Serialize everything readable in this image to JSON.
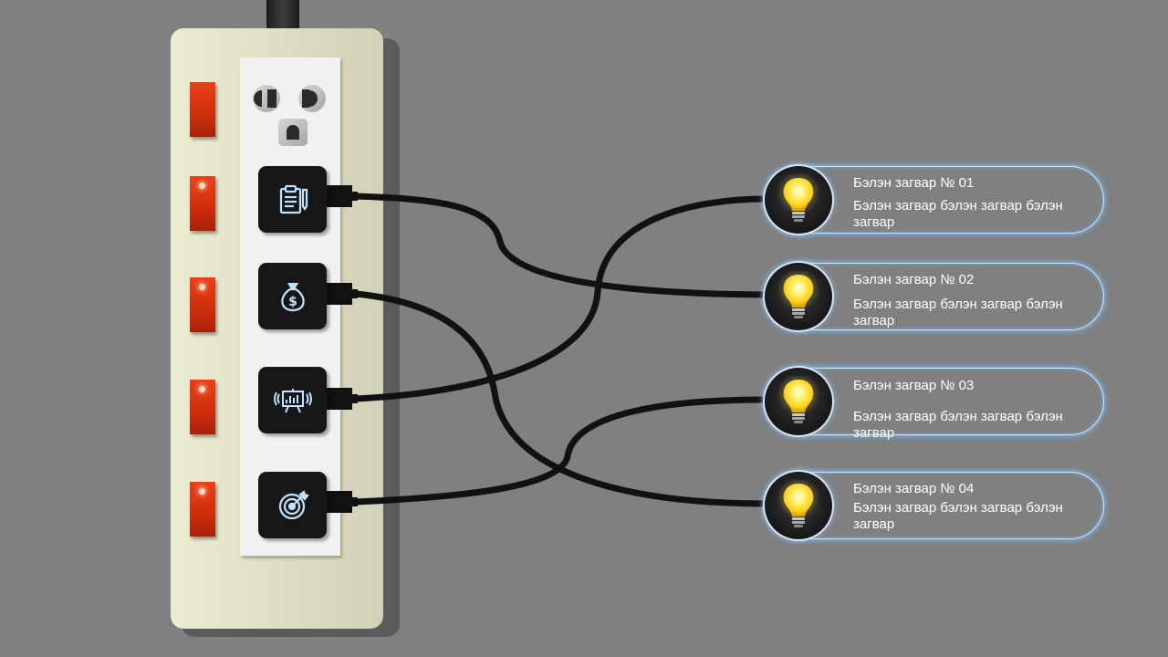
{
  "items": [
    {
      "title": "Бэлэн загвар № 01",
      "desc": "Бэлэн загвар бэлэн загвар бэлэн загвар",
      "icon": "clipboard-icon"
    },
    {
      "title": "Бэлэн загвар № 02",
      "desc": "Бэлэн загвар бэлэн загвар бэлэн загвар",
      "icon": "money-bag-icon"
    },
    {
      "title": "Бэлэн загвар № 03",
      "desc": "Бэлэн загвар бэлэн загвар бэлэн загвар",
      "icon": "presentation-board-icon"
    },
    {
      "title": "Бэлэн загвар № 04",
      "desc": "Бэлэн загвар бэлэн загвар бэлэн загвар",
      "icon": "target-icon"
    }
  ],
  "colors": {
    "background": "#808080",
    "strip": "#e0e0c4",
    "switch": "#d1300c",
    "plug": "#171717",
    "wire": "#111111",
    "icon_glow": "#bfe4ff",
    "bulb": "#ffe23a",
    "card_border": "#cfe8ff"
  }
}
